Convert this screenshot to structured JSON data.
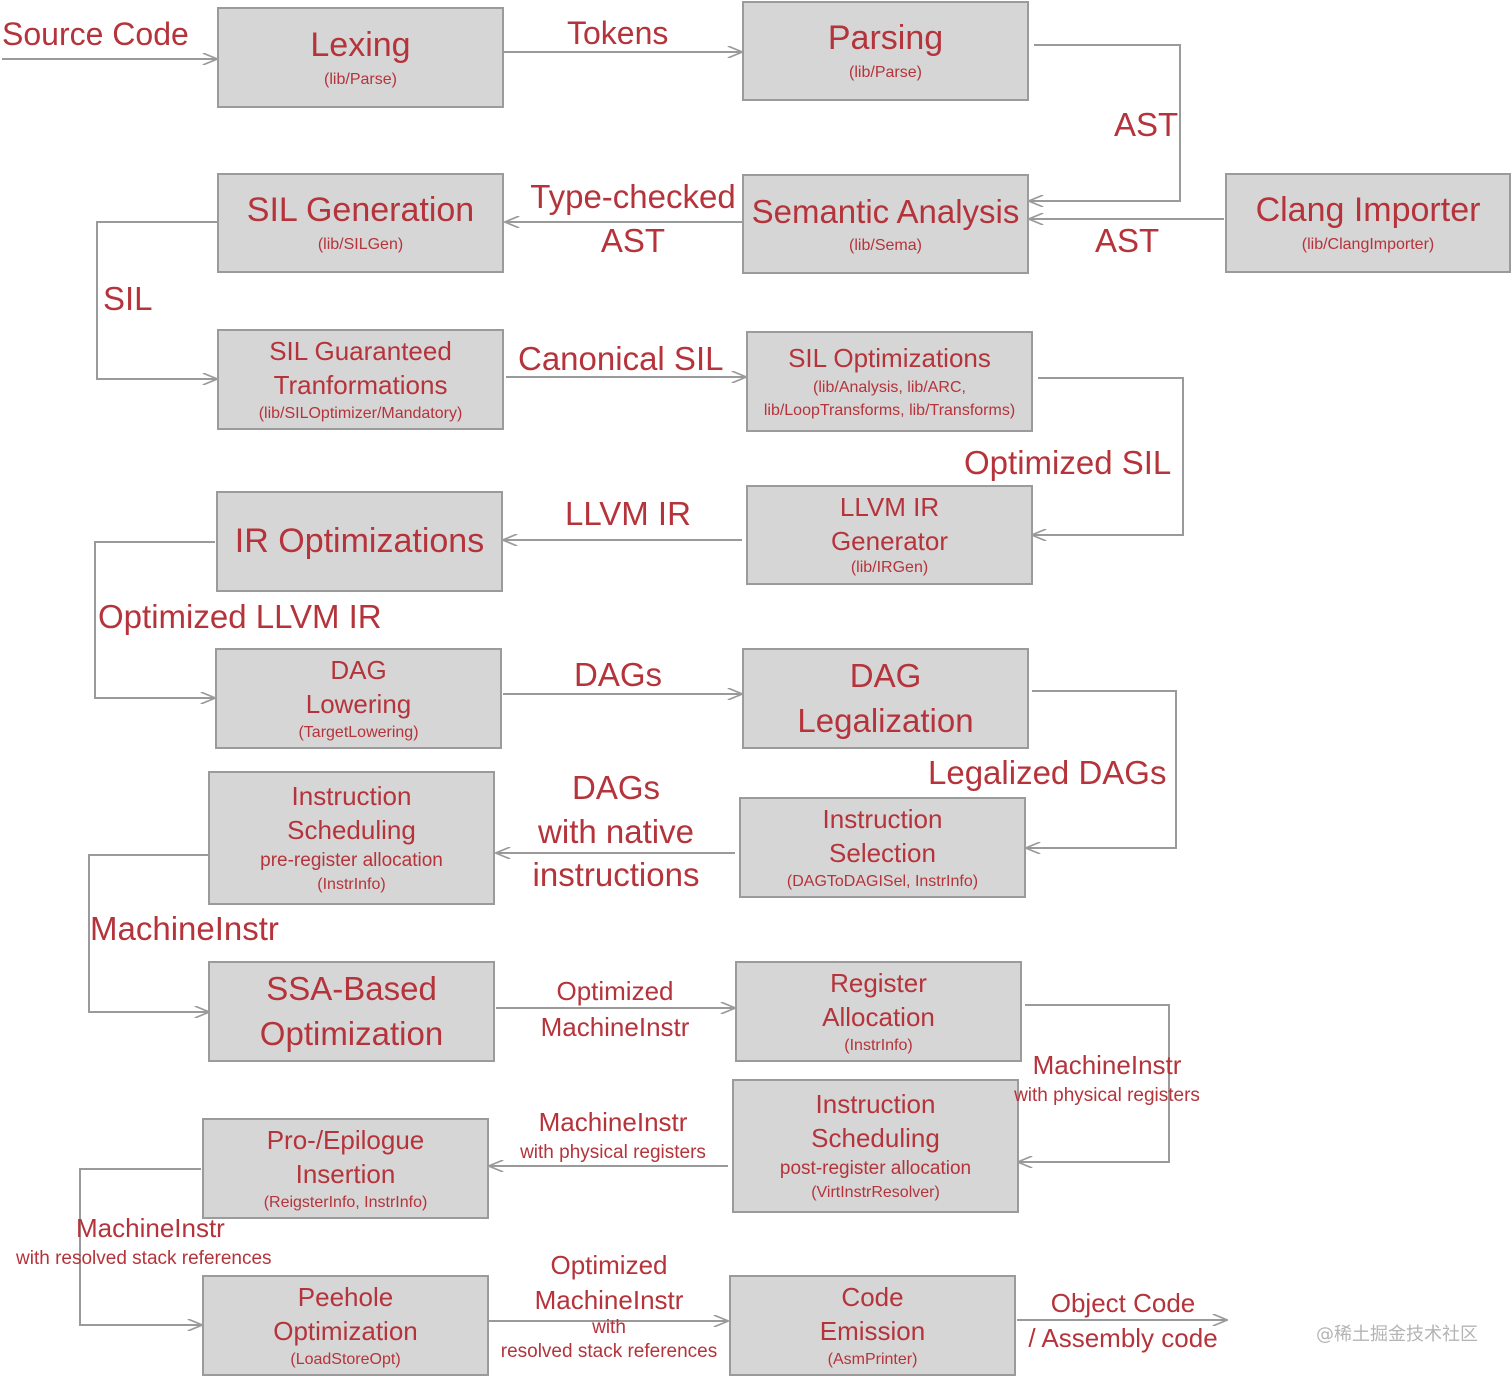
{
  "nodes": {
    "lexing": {
      "title": "Lexing",
      "sub": "(lib/Parse)"
    },
    "parsing": {
      "title": "Parsing",
      "sub": "(lib/Parse)"
    },
    "sil_generation": {
      "title": "SIL Generation",
      "sub": "(lib/SILGen)"
    },
    "semantic_analysis": {
      "title": "Semantic Analysis",
      "sub": "(lib/Sema)"
    },
    "clang_importer": {
      "title": "Clang Importer",
      "sub": "(lib/ClangImporter)"
    },
    "sil_guaranteed": {
      "title1": "SIL Guaranteed",
      "title2": "Tranformations",
      "sub": "(lib/SILOptimizer/Mandatory)"
    },
    "sil_optimizations": {
      "title": "SIL Optimizations",
      "sub1": "(lib/Analysis, lib/ARC,",
      "sub2": "lib/LoopTransforms, lib/Transforms)"
    },
    "ir_optimizations": {
      "title": "IR Optimizations"
    },
    "llvm_ir_generator": {
      "title1": "LLVM IR",
      "title2": "Generator",
      "sub": "(lib/IRGen)"
    },
    "dag_lowering": {
      "title1": "DAG",
      "title2": "Lowering",
      "sub": "(TargetLowering)"
    },
    "dag_legalization": {
      "title1": "DAG",
      "title2": "Legalization"
    },
    "instr_sched_pre": {
      "title1": "Instruction",
      "title2": "Scheduling",
      "sub1": "pre-register allocation",
      "sub2": "(InstrInfo)"
    },
    "instruction_selection": {
      "title1": "Instruction",
      "title2": "Selection",
      "sub": "(DAGToDAGISel, InstrInfo)"
    },
    "ssa_optimization": {
      "title1": "SSA-Based",
      "title2": "Optimization"
    },
    "register_allocation": {
      "title1": "Register",
      "title2": "Allocation",
      "sub": "(InstrInfo)"
    },
    "pro_epilogue": {
      "title1": "Pro-/Epilogue",
      "title2": "Insertion",
      "sub": "(ReigsterInfo, InstrInfo)"
    },
    "instr_sched_post": {
      "title1": "Instruction",
      "title2": "Scheduling",
      "sub1": "post-register allocation",
      "sub2": "(VirtInstrResolver)"
    },
    "peehole": {
      "title1": "Peehole",
      "title2": "Optimization",
      "sub": "(LoadStoreOpt)"
    },
    "code_emission": {
      "title1": "Code",
      "title2": "Emission",
      "sub": "(AsmPrinter)"
    }
  },
  "edges": {
    "source_code": "Source Code",
    "tokens": "Tokens",
    "ast_parse": "AST",
    "type_checked_1": "Type-checked",
    "type_checked_2": "AST",
    "ast_clang": "AST",
    "sil": "SIL",
    "canonical_sil": "Canonical SIL",
    "optimized_sil": "Optimized SIL",
    "llvm_ir": "LLVM IR",
    "optimized_llvm_ir": "Optimized LLVM IR",
    "dags": "DAGs",
    "legalized_dags": "Legalized DAGs",
    "dags_native_1": "DAGs",
    "dags_native_2": "with native",
    "dags_native_3": "instructions",
    "machineinstr": "MachineInstr",
    "optimized_mi_1": "Optimized",
    "optimized_mi_2": "MachineInstr",
    "mi_phys_right_1": "MachineInstr",
    "mi_phys_right_2": "with physical registers",
    "mi_phys_mid_1": "MachineInstr",
    "mi_phys_mid_2": "with physical registers",
    "mi_stack_1": "MachineInstr",
    "mi_stack_2": "with resolved stack references",
    "opt_mi_stack_1": "Optimized",
    "opt_mi_stack_2": "MachineInstr",
    "opt_mi_stack_3": "with",
    "opt_mi_stack_4": "resolved stack references",
    "object_code_1": "Object Code",
    "object_code_2": "/ Assembly code"
  },
  "watermark": "@稀土掘金技术社区",
  "colors": {
    "text": "#b5333a",
    "box_fill": "#d6d6d6",
    "box_border": "#9b9b9b",
    "wire": "#9a9a9a"
  }
}
